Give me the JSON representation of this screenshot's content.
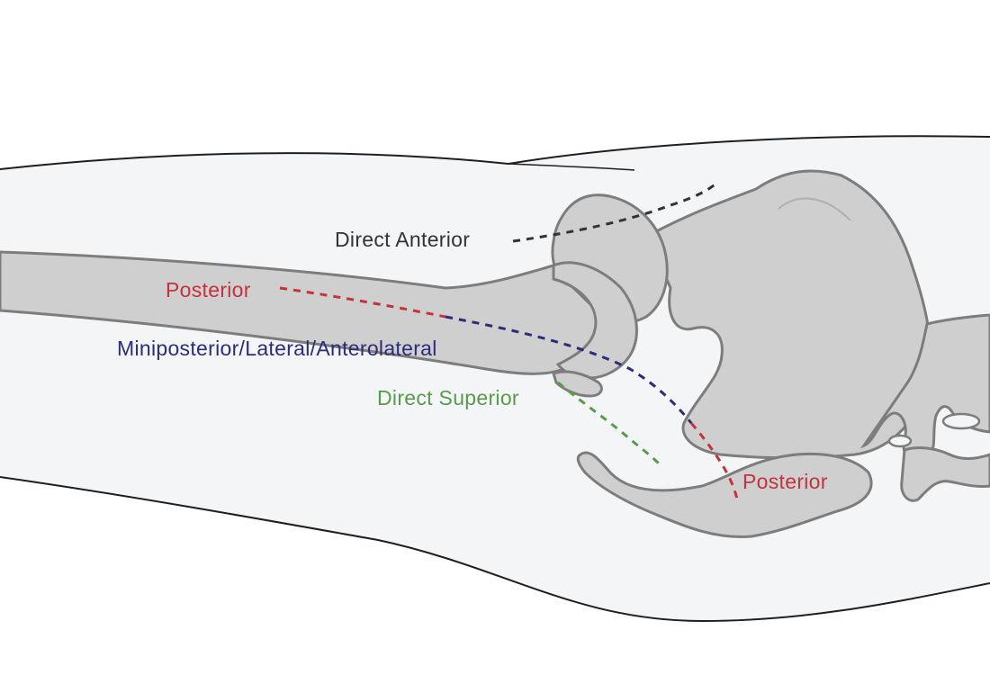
{
  "labels": {
    "direct_anterior": "Direct Anterior",
    "posterior_top": "Posterior",
    "miniposterior": "Miniposterior/Lateral/Anterolateral",
    "direct_superior": "Direct Superior",
    "posterior_bottom": "Posterior"
  },
  "colors": {
    "background": "#ffffff",
    "body_fill": "#f4f5f6",
    "body_outline": "#1f1f1f",
    "bone_fill": "#cfcfcf",
    "bone_outline": "#7d7d7d",
    "direct_anterior": "#333333",
    "posterior": "#c4333b",
    "miniposterior": "#2b2d7a",
    "direct_superior": "#5a9a4e"
  }
}
